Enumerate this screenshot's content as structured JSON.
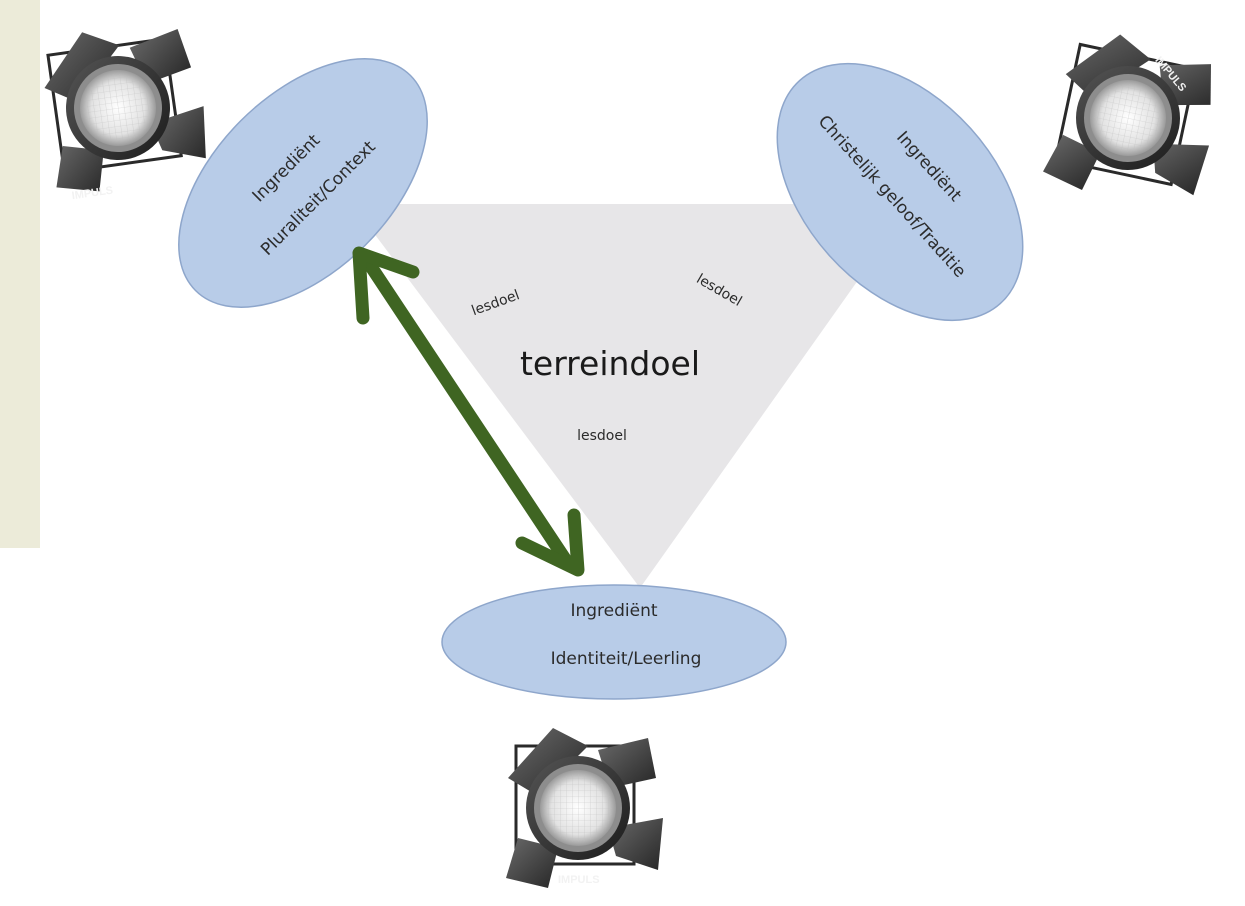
{
  "colors": {
    "side_panel": "#ecebd9",
    "triangle_fill": "#e7e6e8",
    "ellipse_fill": "#b8cce8",
    "ellipse_stroke": "#8ea6cb",
    "arrow": "#3f6522"
  },
  "center": {
    "label": "terreindoel"
  },
  "lesdoelen": [
    "lesdoel",
    "lesdoel",
    "lesdoel"
  ],
  "ingredients": {
    "left": {
      "title": "Ingrediënt",
      "name": "Pluraliteit/Context"
    },
    "right": {
      "title": "Ingrediënt",
      "name": "Christelijk geloof/Traditie"
    },
    "bottom": {
      "title": "Ingrediënt",
      "name": "Identiteit/Leerling"
    }
  },
  "spotlights": {
    "top_left": {
      "icon": "spotlight-icon",
      "logo": "IMPULS"
    },
    "top_right": {
      "icon": "spotlight-icon",
      "logo": "IMPULS"
    },
    "bottom": {
      "icon": "spotlight-icon",
      "logo": "IMPULS"
    }
  },
  "arrow": {
    "icon": "double-arrow-icon"
  }
}
